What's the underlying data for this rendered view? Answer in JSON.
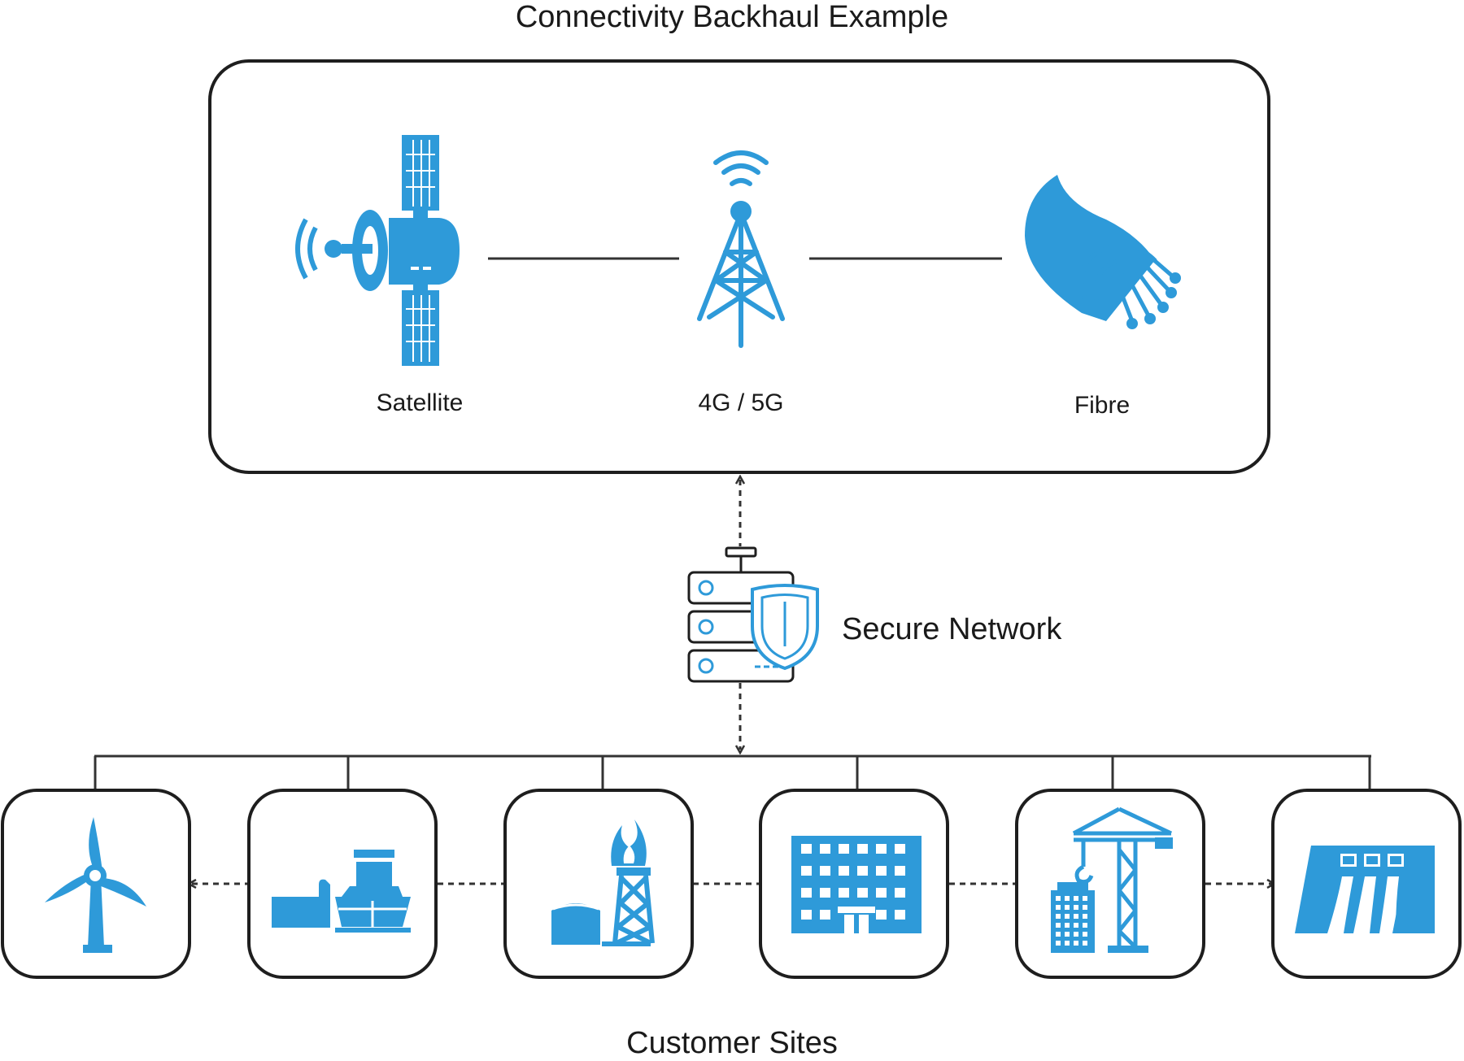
{
  "diagram": {
    "title": "Connectivity Backhaul Example",
    "backhaul": {
      "satellite_label": "Satellite",
      "cellular_label": "4G / 5G",
      "fibre_label": "Fibre"
    },
    "network": {
      "label": "Secure Network"
    },
    "sites": {
      "label": "Customer Sites",
      "items": [
        {
          "icon": "wind-turbine-icon"
        },
        {
          "icon": "ship-port-icon"
        },
        {
          "icon": "oil-gas-rig-icon"
        },
        {
          "icon": "office-building-icon"
        },
        {
          "icon": "construction-crane-icon"
        },
        {
          "icon": "hydro-dam-icon"
        }
      ]
    },
    "colors": {
      "accent": "#2e9ad9",
      "line": "#1e1e1e",
      "connector": "#444444"
    }
  }
}
